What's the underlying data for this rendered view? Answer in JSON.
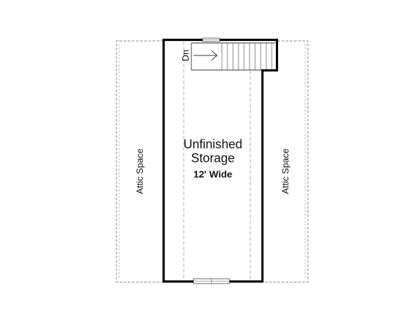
{
  "plan": {
    "storage": {
      "name_line1": "Unfinished",
      "name_line2": "Storage",
      "width_note": "12' Wide"
    },
    "stairs": {
      "direction_label": "Dn"
    },
    "attic_left": {
      "label": "Attic Space"
    },
    "attic_right": {
      "label": "Attic Space"
    },
    "colors": {
      "wall": "#000000",
      "dashed_line": "#8a8a8a",
      "background": "#ffffff"
    }
  }
}
